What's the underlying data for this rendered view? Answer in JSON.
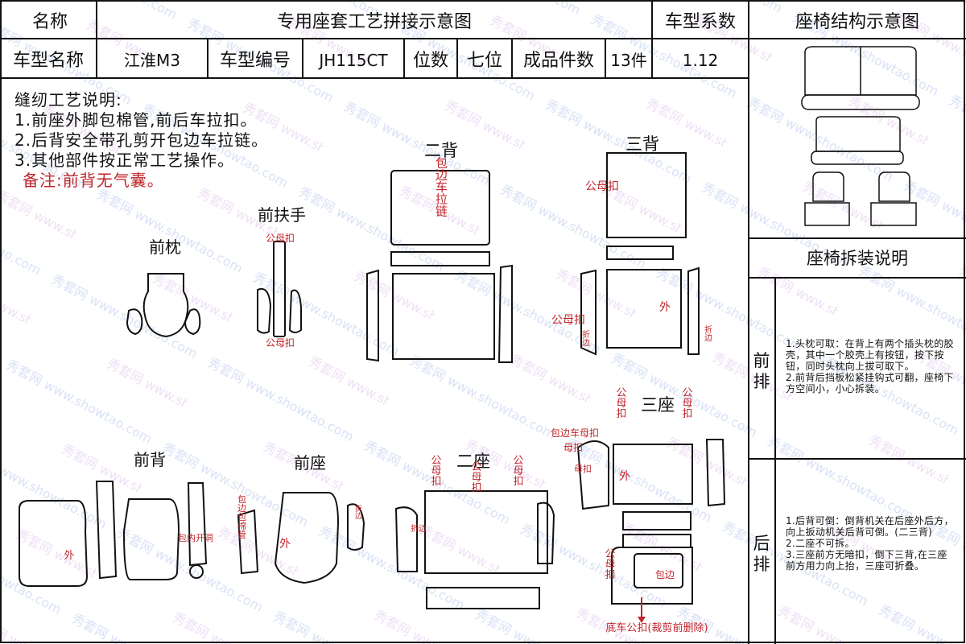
{
  "header": {
    "name_label": "名称",
    "doc_title": "专用座套工艺拼接示意图",
    "coef_label": "车型系数",
    "structure_title": "座椅结构示意图"
  },
  "info": {
    "model_name_label": "车型名称",
    "model_name": "江淮M3",
    "model_code_label": "车型编号",
    "model_code": "JH115CT",
    "seats_label": "位数",
    "seats": "七位",
    "pieces_label": "成品件数",
    "pieces": "13件",
    "coef_value": "1.12"
  },
  "sewing_notes": {
    "title": "缝纫工艺说明:",
    "items": [
      "1.前座外脚包棉管,前后车拉扣。",
      "2.后背安全带孔剪开包边车拉链。",
      "3.其他部件按正常工艺操作。"
    ],
    "remark": "备注:前背无气囊。"
  },
  "parts": {
    "front_headrest": "前枕",
    "front_armrest": "前扶手",
    "second_back": "二背",
    "third_back": "三背",
    "front_back": "前背",
    "front_seat": "前座",
    "second_seat": "二座",
    "third_seat": "三座"
  },
  "annotations": {
    "mother_buckle": "公母扣",
    "binding_zipper": "包边车拉链",
    "outer": "外",
    "folded_edge": "折边",
    "binding_buckle": "包边车母扣",
    "female_buckle": "母扣",
    "binding": "包边",
    "inner_open_hole": "包内开洞",
    "binding_cotton_tube": "包边包棉管",
    "bottom_buckle": "底车公扣(裁剪前删除)"
  },
  "disassembly": {
    "title": "座椅拆装说明",
    "front_row_label": "前排",
    "front_row_text": "1.头枕可取：在背上有两个插头枕的胶壳，其中一个胶壳上有按钮，按下按钮，同时头枕向上拔可取下。\n2.前背后挡板松紧挂钩式可翻，座椅下方空间小，小心拆装。",
    "rear_row_label": "后排",
    "rear_row_text": "1.后背可倒：倒背机关在后座外后方，向上扳动机关后背可倒。(二三背)\n2.二座不可拆。\n3.三座前方无暗扣，倒下三背,在三座前方用力向上抬，三座可折叠。"
  },
  "watermark": "秀套网 www.showtao.com",
  "colors": {
    "accent_red": "#c0262b",
    "line": "#111111"
  }
}
